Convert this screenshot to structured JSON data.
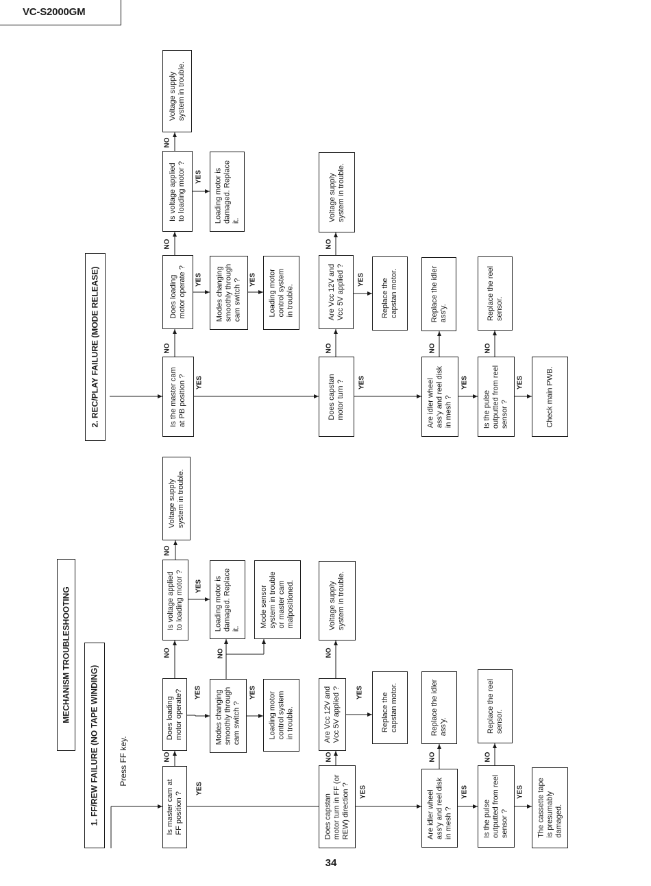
{
  "header": {
    "model": "VC-S2000GM"
  },
  "page_number": "34",
  "title": "MECHANISM TROUBLESHOOTING",
  "labels": {
    "yes": "YES",
    "no": "NO"
  },
  "section1": {
    "title": "1. FF/REW FAILURE (NO TAPE WINDING)",
    "start": "Press FF key.",
    "cam": "Is master cam at\nFF position ?",
    "motor_operate": "Does loading\nmotor operate?",
    "voltage_loading": "Is voltage applied\nto loading motor ?",
    "voltage_trouble_1": "Voltage supply\nsystem in trouble.",
    "modes": "Modes changing\nsmoothly through\ncam switch ?",
    "loading_damaged": "Loading motor is\ndamaged. Replace\nit.",
    "mode_sensor": "Mode sensor\nsystem in trouble\nor master cam\nmalpositioned.",
    "loading_control": "Loading motor\ncontrol system\nin trouble.",
    "capstan": "Does capstan\nmotor turn in FF (or\nREW) direction ?",
    "vcc": "Are Vcc 12V and\nVcc 5V applied ?",
    "voltage_trouble_2": "Voltage supply\nsystem in trouble.",
    "replace_capstan": "Replace the\ncapstan motor.",
    "idler": "Are idler wheel\nass'y and reel disk\nin mesh ?",
    "replace_idler": "Replace the idler\nass'y.",
    "pulse": "Is the pulse\noutputted from reel\nsensor ?",
    "replace_sensor": "Replace the reel\nsensor.",
    "cassette": "The cassette tape\nis presumably\ndamaged."
  },
  "section2": {
    "title": "2. REC/PLAY FAILURE (MODE RELEASE)",
    "cam": "Is the master cam\nat PB position ?",
    "motor_operate": "Does loading\nmotor operate ?",
    "voltage_loading": "Is voltage applied\nto loading motor ?",
    "voltage_trouble_1": "Voltage supply\nsystem in trouble.",
    "modes": "Modes changing\nsmoothly through\ncam switch ?",
    "loading_damaged": "Loading motor is\ndamaged. Replace\nit.",
    "loading_control": "Loading motor\ncontrol system\nin trouble.",
    "capstan": "Does capstan\nmotor turn ?",
    "vcc": "Are Vcc 12V and\nVcc 5V applied ?",
    "voltage_trouble_2": "Voltage supply\nsystem in trouble.",
    "replace_capstan": "Replace the\ncapstan motor.",
    "idler": "Are idler wheel\nass'y and reel disk\nin mesh ?",
    "replace_idler": "Replace the idler\nass'y.",
    "pulse": "Is the pulse\noutputted from reel\nsensor ?",
    "replace_sensor": "Replace the reel\nsensor.",
    "check_pwb": "Check main PWB."
  }
}
